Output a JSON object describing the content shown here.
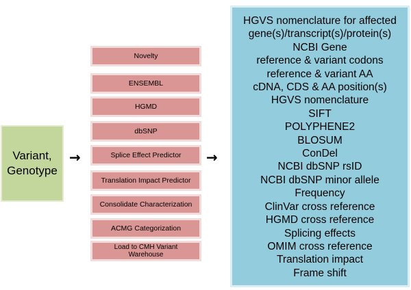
{
  "input": {
    "line1": "Variant,",
    "line2": "Genotype"
  },
  "arrow_glyph": "→",
  "steps": [
    "Novelty",
    "ENSEMBL",
    "HGMD",
    "dbSNP",
    "Splice Effect Predictor",
    "Translation Impact Predictor",
    "Consolidate Characterization",
    "ACMG Categorization",
    "Load to CMH Variant Warehouse"
  ],
  "outputs": [
    "HGVS nomenclature for affected",
    "gene(s)/transcript(s)/protein(s)",
    "NCBI Gene",
    "reference & variant codons",
    "reference & variant AA",
    "cDNA, CDS & AA position(s)",
    "HGVS nomenclature",
    "SIFT",
    "POLYPHENE2",
    "BLOSUM",
    "ConDel",
    "NCBI dbSNP rsID",
    "NCBI dbSNP minor allele",
    "Frequency",
    "ClinVar cross reference",
    "HGMD cross reference",
    "Splicing effects",
    "OMIM cross reference",
    "Translation impact",
    "Frame shift"
  ],
  "colors": {
    "input_fill": "#c3d69b",
    "step_fill": "#d99694",
    "output_fill": "#93cddd"
  }
}
